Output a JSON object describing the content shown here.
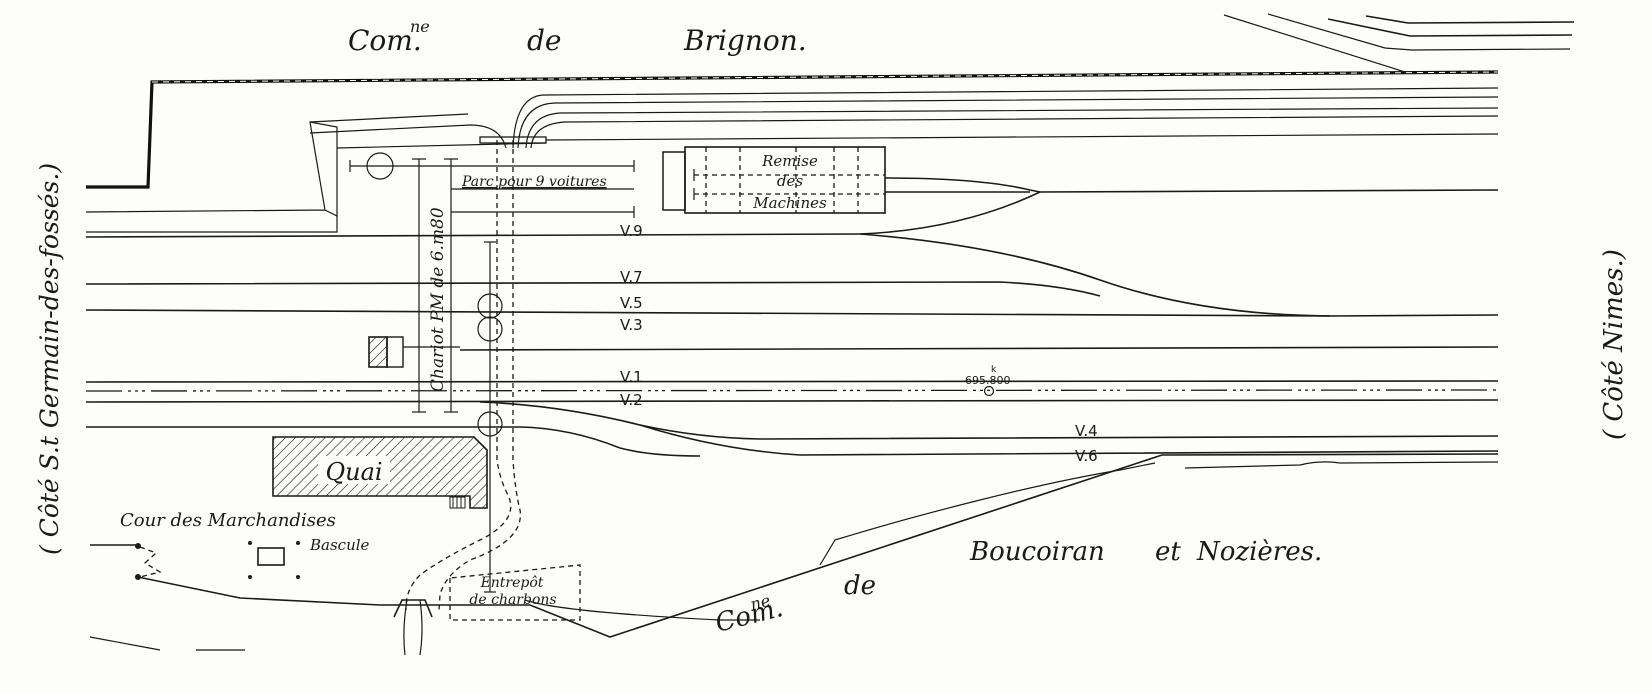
{
  "plan": {
    "communes": {
      "north": {
        "prefix": "Com.",
        "superscript": "ne",
        "de": "de",
        "name": "Brignon."
      },
      "south": {
        "prefix": "Com.",
        "superscript": "ne",
        "de": "de",
        "name1": "Boucoiran",
        "et": "et",
        "name2": "Nozières."
      }
    },
    "directions": {
      "west": "( Côté S.t Germain-des-fossés.)",
      "east": "( Côté Nimes.)"
    },
    "buildings": {
      "remise_line1": "Remise",
      "remise_line2": "des",
      "remise_line3": "Machines",
      "parc": "Parc pour 9 voitures",
      "chariot": "Chariot PM de 6.m80",
      "quai": "Quai",
      "cour": "Cour des Marchandises",
      "bascule": "Bascule",
      "entrepot_line1": "Entrepôt",
      "entrepot_line2": "de charbons"
    },
    "tracks": {
      "v9": "V.9",
      "v7": "V.7",
      "v5": "V.5",
      "v3": "V.3",
      "v1": "V.1",
      "v2": "V.2",
      "v4": "V.4",
      "v6": "V.6"
    },
    "milepost": {
      "value": "695.800",
      "unit_superscript": "k"
    }
  }
}
